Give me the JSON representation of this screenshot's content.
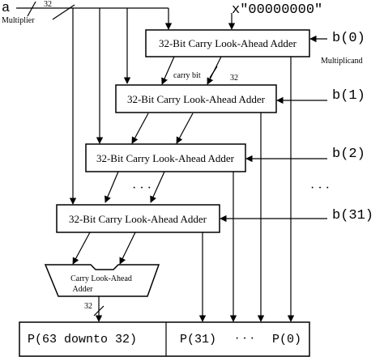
{
  "inputs": {
    "a_label": "a",
    "a_sublabel": "Multiplier",
    "a_width": "32",
    "x_const": "x\"00000000\"",
    "multiplicand_label": "Multiplicand"
  },
  "adders": [
    {
      "label": "32-Bit Carry Look-Ahead Adder",
      "b_label": "b(0)"
    },
    {
      "label": "32-Bit Carry Look-Ahead Adder",
      "b_label": "b(1)"
    },
    {
      "label": "32-Bit Carry Look-Ahead Adder",
      "b_label": "b(2)"
    },
    {
      "label": "32-Bit Carry Look-Ahead Adder",
      "b_label": "b(31)"
    }
  ],
  "annotations": {
    "carry_bit": "carry bit",
    "bus_width": "32",
    "ellipsis": "· · ·"
  },
  "final_adder": {
    "line1": "Carry Look-Ahead",
    "line2": "Adder",
    "out_width": "32"
  },
  "output": {
    "high": "P(63 downto 32)",
    "p31": "P(31)",
    "dots": "· · ·",
    "p0": "P(0)"
  }
}
